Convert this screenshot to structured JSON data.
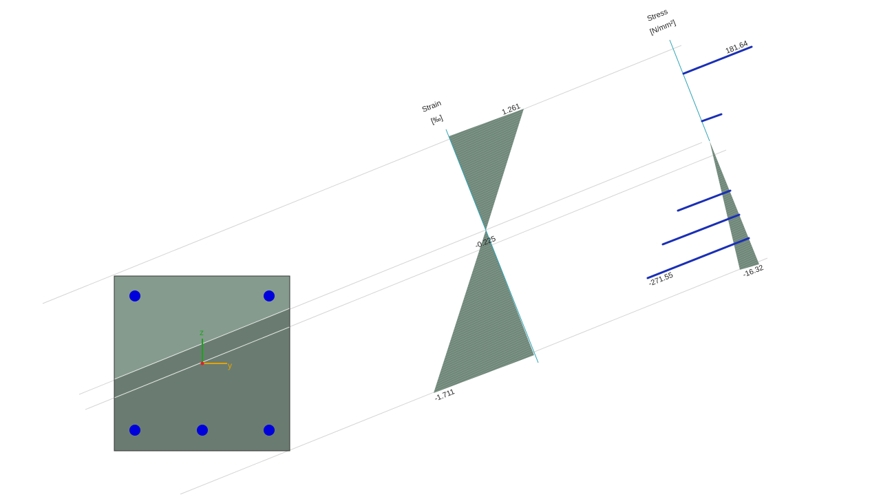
{
  "diagram": {
    "strain": {
      "title": "Strain",
      "unit": "[‰]",
      "top_value": "1.261",
      "neutral_value": "-0.225",
      "bottom_value": "-1.711"
    },
    "stress": {
      "title": "Stress",
      "unit": "[N/mm²]",
      "rebar_top_value": "181.64",
      "rebar_bottom_value": "-271.55",
      "concrete_value": "-16.32"
    },
    "axes": {
      "z_label": "z",
      "y_label": "y"
    },
    "colors": {
      "concrete_compression": "#6a7c71",
      "concrete_tension": "#859b8e",
      "strain_fill": "#6f8779",
      "rebar": "#0000dd",
      "stress_rebar": "#1a2fb5",
      "baseline": "#2aa3b5",
      "z_axis": "#1aa51a",
      "y_axis": "#e6a200",
      "origin": "#e02020"
    }
  }
}
